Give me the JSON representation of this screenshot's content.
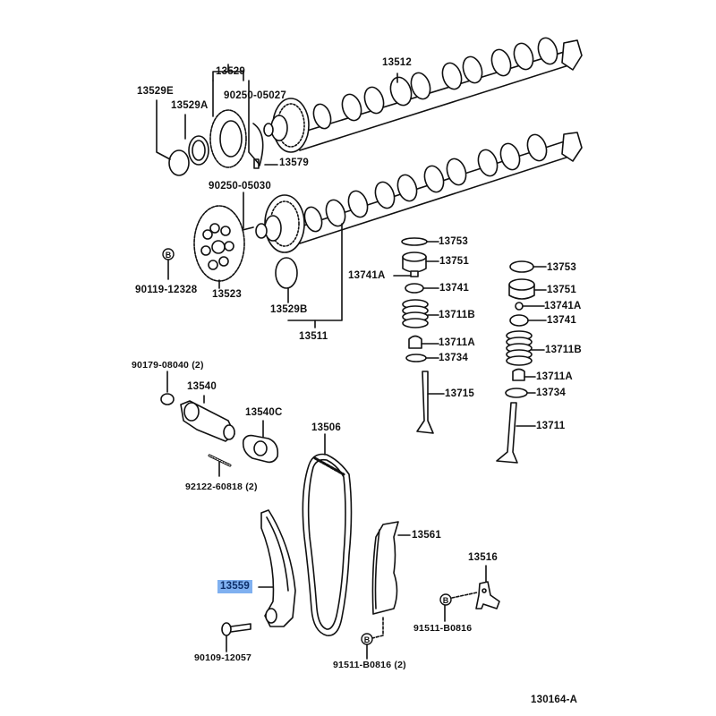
{
  "diagram": {
    "title": "Camshaft & Valve / Timing Chain parts diagram",
    "figure_code": "130164-A",
    "highlight_color": "#7fb0f0",
    "highlighted_part": "13559",
    "labels": {
      "p13512": "13512",
      "p13529": "13529",
      "p13529E": "13529E",
      "p13529A": "13529A",
      "p90250_05027": "90250-05027",
      "p13579": "13579",
      "p90250_05030": "90250-05030",
      "p90119_12328": "90119-12328",
      "p13523": "13523",
      "p13529B": "13529B",
      "p13511": "13511",
      "in_13753": "13753",
      "in_13751": "13751",
      "in_13741A": "13741A",
      "in_13741": "13741",
      "in_13711B": "13711B",
      "in_13711A": "13711A",
      "in_13734": "13734",
      "in_13715": "13715",
      "ex_13753": "13753",
      "ex_13751": "13751",
      "ex_13741A": "13741A",
      "ex_13741": "13741",
      "ex_13711B": "13711B",
      "ex_13711A": "13711A",
      "ex_13734": "13734",
      "ex_13711": "13711",
      "p90179_08040": "90179-08040 (2)",
      "p13540": "13540",
      "p13540C": "13540C",
      "p92122_60818": "92122-60818 (2)",
      "p13506": "13506",
      "p13559": "13559",
      "p13561": "13561",
      "p13516": "13516",
      "p91511_B0816": "91511-B0816",
      "p91511_B0816_2": "91511-B0816 (2)",
      "p90109_12057": "90109-12057"
    },
    "bolt_marker": "B"
  }
}
